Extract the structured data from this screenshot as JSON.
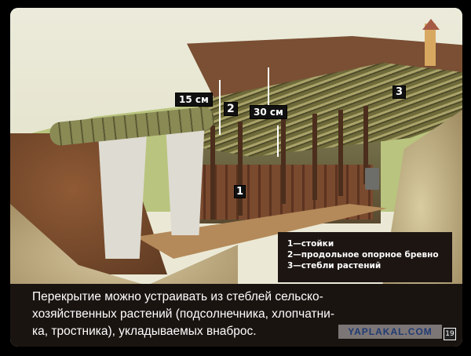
{
  "illustration": {
    "subject": "dugout shelter cross-section with plant-stem roof",
    "dimension_labels": {
      "top_layer": "15 см",
      "stem_layer": "30 см"
    },
    "markers": {
      "m1": "1",
      "m2": "2",
      "m3": "3"
    }
  },
  "legend": {
    "items": [
      {
        "label": "1—стойки"
      },
      {
        "label": "2—продольное опорное бревно"
      },
      {
        "label": "3—стебли растений"
      }
    ]
  },
  "caption": {
    "lines": [
      "Перекрытие можно устраивать из стеблей сельско-",
      "хозяйственных растений (подсолнечника, хлопчатни-",
      "ка, тростника), укладываемых внаброс."
    ]
  },
  "watermark": "YAPLAKAL.COM",
  "frame_number": "19",
  "colors": {
    "background": "#000000",
    "caption_bg": "#1a1411",
    "label_bg": "#111111",
    "earth": "#7a4f34",
    "grass": "#b9c47e"
  }
}
